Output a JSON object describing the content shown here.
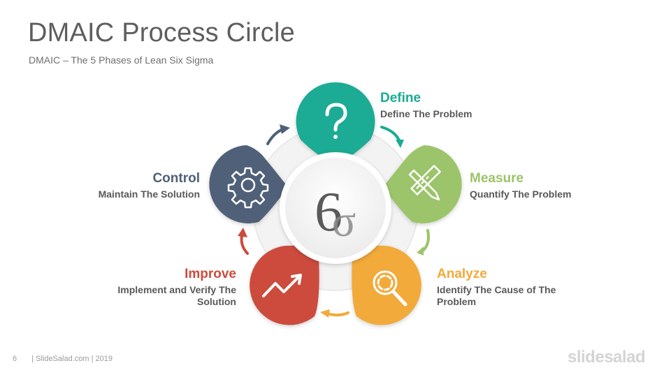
{
  "header": {
    "title": "DMAIC Process Circle",
    "subtitle": "DMAIC – The 5 Phases of Lean Six Sigma"
  },
  "center": {
    "symbol_six": "6",
    "symbol_sigma": "σ"
  },
  "phases": [
    {
      "key": "define",
      "title": "Define",
      "desc": "Define The Problem",
      "color": "#1aab94",
      "icon": "question-icon"
    },
    {
      "key": "measure",
      "title": "Measure",
      "desc": "Quantify The Problem",
      "color": "#9cc46a",
      "icon": "ruler-pencil-icon"
    },
    {
      "key": "analyze",
      "title": "Analyze",
      "desc": "Identify The Cause of The Problem",
      "color": "#f2aa3a",
      "icon": "magnifier-icon"
    },
    {
      "key": "improve",
      "title": "Improve",
      "desc": "Implement and Verify The Solution",
      "color": "#cc4b3c",
      "icon": "trend-up-icon"
    },
    {
      "key": "control",
      "title": "Control",
      "desc": "Maintain The Solution",
      "color": "#4f6178",
      "icon": "gear-icon"
    }
  ],
  "footer": {
    "page_number": "6",
    "credit": "| SlideSalad.com | 2019",
    "brand": "slidesalad"
  }
}
